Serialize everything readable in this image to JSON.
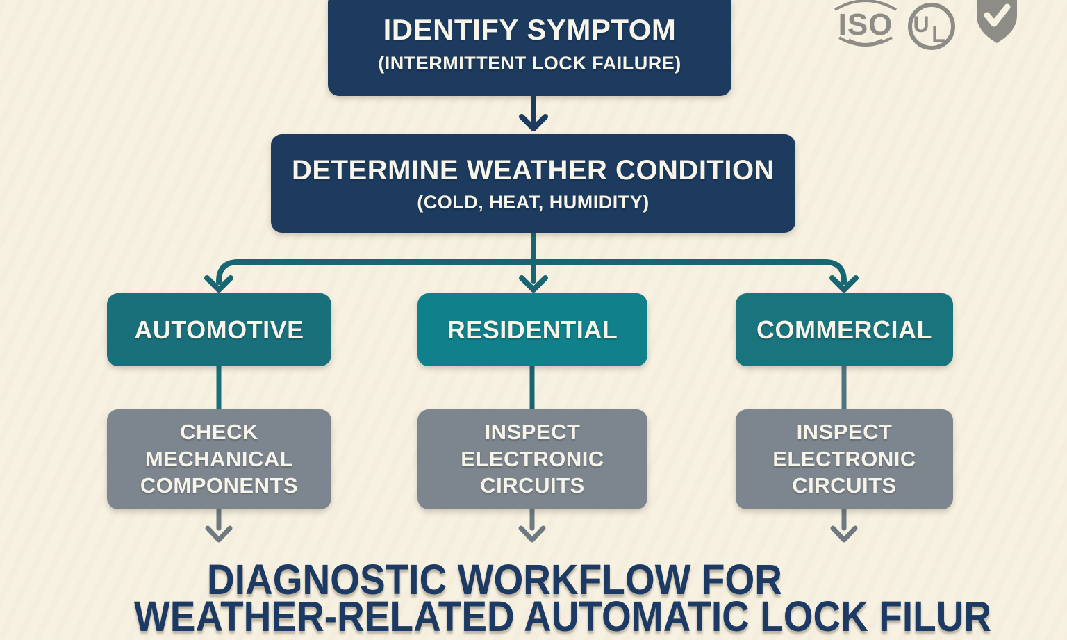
{
  "colors": {
    "background": "#f7f1e2",
    "navy": "#1d3b5e",
    "title_navy": "#1c3a63",
    "teal_automotive": "#19707b",
    "teal_residential": "#10808a",
    "teal_commercial": "#19747d",
    "teal_connector": "#176672",
    "gray_teal_connector": "#50757e",
    "gray_box": "#7d868e",
    "gray_connector": "#6e7981",
    "icon_gray": "#8e8c87",
    "box_text": "#f7f4ea"
  },
  "certification_badges": {
    "iso_label": "ISO",
    "ul_letter_u": "U",
    "ul_letter_l": "L",
    "shield": "checkmark"
  },
  "flowchart": {
    "step1": {
      "title": "IDENTIFY SYMPTOM",
      "subtitle": "(INTERMITTENT LOCK FAILURE)"
    },
    "step2": {
      "title": "DETERMINE WEATHER CONDITION",
      "subtitle": "(COLD, HEAT, HUMIDITY)"
    },
    "branches": [
      {
        "category": "AUTOMOTIVE",
        "action": "CHECK\nMECHANICAL\nCOMPONENTS"
      },
      {
        "category": "RESIDENTIAL",
        "action": "INSPECT\nELECTRONIC\nCIRCUITS"
      },
      {
        "category": "COMMERCIAL",
        "action": "INSPECT\nELECTRONIC\nCIRCUITS"
      }
    ]
  },
  "caption": {
    "line1": "DIAGNOSTIC WORKFLOW FOR",
    "line2": "WEATHER-RELATED AUTOMATIC LOCK FILUR"
  }
}
